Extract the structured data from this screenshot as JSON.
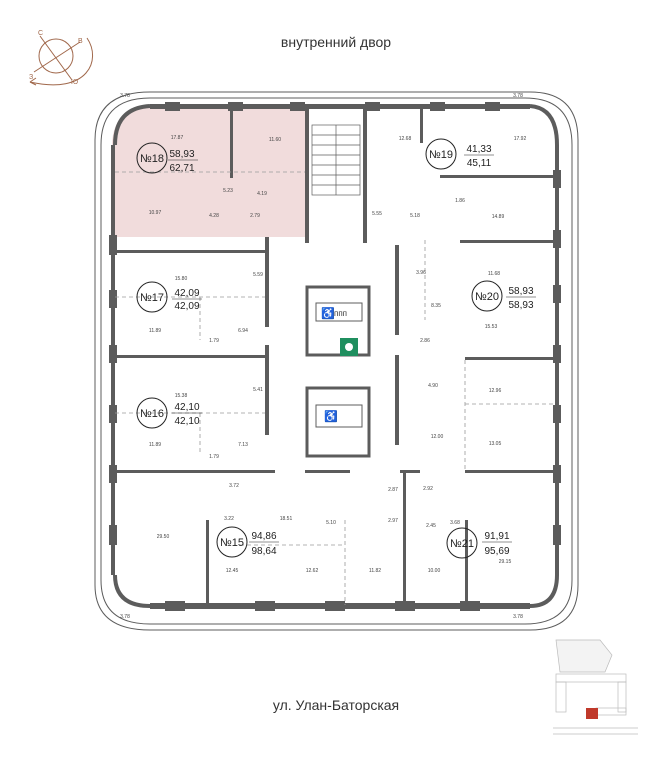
{
  "header": {
    "title": "внутренний двор"
  },
  "footer": {
    "street": "ул. Улан-Баторская"
  },
  "compass": {
    "north": "С",
    "east": "В",
    "south": "Ю",
    "west": "З"
  },
  "colors": {
    "highlight": "#f1dcdc",
    "wall": "#5c5c5c",
    "compass": "#a0674a",
    "exit_sign": "#1f8f5f",
    "minimap_highlight": "#c0392b"
  },
  "balcony_dims": [
    "3.78",
    "3.78",
    "3.78",
    "3.78"
  ],
  "elevator": {
    "label": "ппп",
    "icons": [
      "wheelchair-icon",
      "wheelchair-icon",
      "emergency-exit-icon"
    ]
  },
  "apartments": [
    {
      "number": "№18",
      "living_area": "58,93",
      "total_area": "62,71",
      "highlighted": true,
      "rooms": [
        "17.87",
        "11.60",
        "5.23",
        "4.19",
        "10.97",
        "4.28",
        "2.79"
      ]
    },
    {
      "number": "№19",
      "living_area": "41,33",
      "total_area": "45,11",
      "rooms": [
        "12.68",
        "17.92",
        "5.55",
        "5.18",
        "1.86",
        "14.89"
      ]
    },
    {
      "number": "№20",
      "living_area": "58,93",
      "total_area": "58,93",
      "rooms": [
        "11.68",
        "3.96",
        "8.35",
        "15.53",
        "2.86"
      ]
    },
    {
      "number": "№17",
      "living_area": "42,09",
      "total_area": "42,09",
      "rooms": [
        "15.80",
        "11.89",
        "6.94",
        "1.79",
        "5.59"
      ]
    },
    {
      "number": "№16",
      "living_area": "42,10",
      "total_area": "42,10",
      "rooms": [
        "15.38",
        "11.89",
        "7.13",
        "1.79",
        "5.41"
      ]
    },
    {
      "number": "№15",
      "living_area": "94,86",
      "total_area": "98,64",
      "rooms": [
        "3.72",
        "3.22",
        "18.51",
        "29.50",
        "12.45",
        "12.62",
        "11.82",
        "5.10",
        "2.87",
        "2.97"
      ]
    },
    {
      "number": "№21",
      "living_area": "91,91",
      "total_area": "95,69",
      "rooms": [
        "4.90",
        "12.96",
        "12.00",
        "13.05",
        "2.92",
        "2.45",
        "3.68",
        "10.00",
        "29.15"
      ]
    }
  ]
}
